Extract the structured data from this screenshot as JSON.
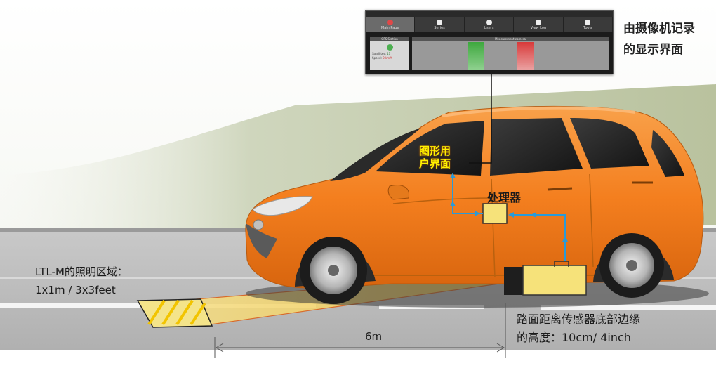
{
  "labels": {
    "camera_display": [
      "由摄像机记录",
      "的显示界面"
    ],
    "gui": [
      "图形用",
      "户界面"
    ],
    "processor": "处理器",
    "ltl_zone": [
      "LTL-M的照明区域：",
      "1x1m / 3x3feet"
    ],
    "distance": "6m",
    "sensor_height": [
      "路面距离传感器底部边缘",
      "的高度：10cm/ 4inch"
    ]
  },
  "screen": {
    "tabs": [
      "Main Page",
      "Series",
      "Users",
      "View Log",
      "Tools"
    ],
    "gps_title": "GPS Station",
    "satellites_label": "Satellites",
    "satellites_value": "11",
    "speed_label": "Speed",
    "speed_value": "0 km/h",
    "measurement_title": "Measurement camera"
  },
  "colors": {
    "car_body": "#f47f1f",
    "arrow": "#2a9ad8",
    "box_fill": "#f6e27a",
    "gui_text": "#fff200"
  }
}
